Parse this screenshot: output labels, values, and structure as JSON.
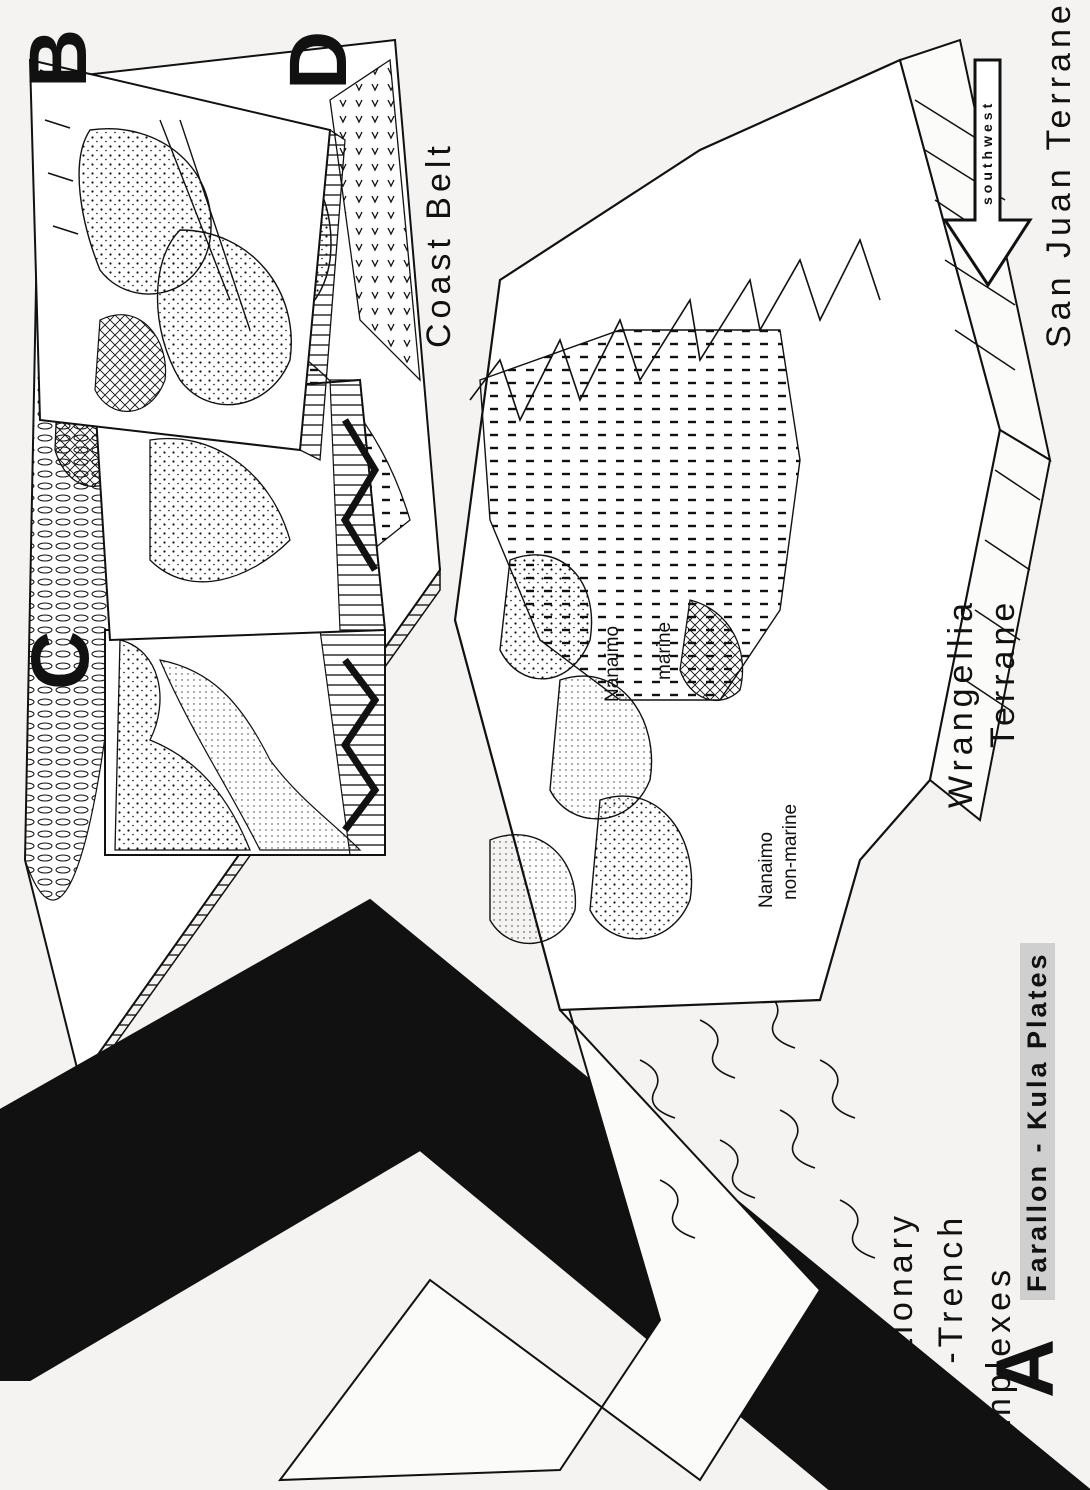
{
  "panels": {
    "a": "A",
    "b": "B",
    "c": "C",
    "d": "D"
  },
  "labels": {
    "accretionary_line1": "Accretionary",
    "accretionary_line2": "Prism -Trench",
    "accretionary_line3": "Complexes",
    "coast_belt": "Coast  Belt",
    "san_juan": "San  Juan  Terranes",
    "wrangellia_line1": "Wrangellia",
    "wrangellia_line2": "Terrane",
    "nanaimo_marine_line1": "Nanaimo",
    "nanaimo_marine_line2": "marine",
    "nanaimo_nonmarine_line1": "Nanaimo",
    "nanaimo_nonmarine_line2": "non-marine",
    "plates": "Farallon - Kula Plates",
    "direction_arrow": "southwest"
  },
  "colors": {
    "ink": "#111111",
    "paper": "#f4f3f1",
    "plate_label_bg": "#cfcfcf"
  }
}
